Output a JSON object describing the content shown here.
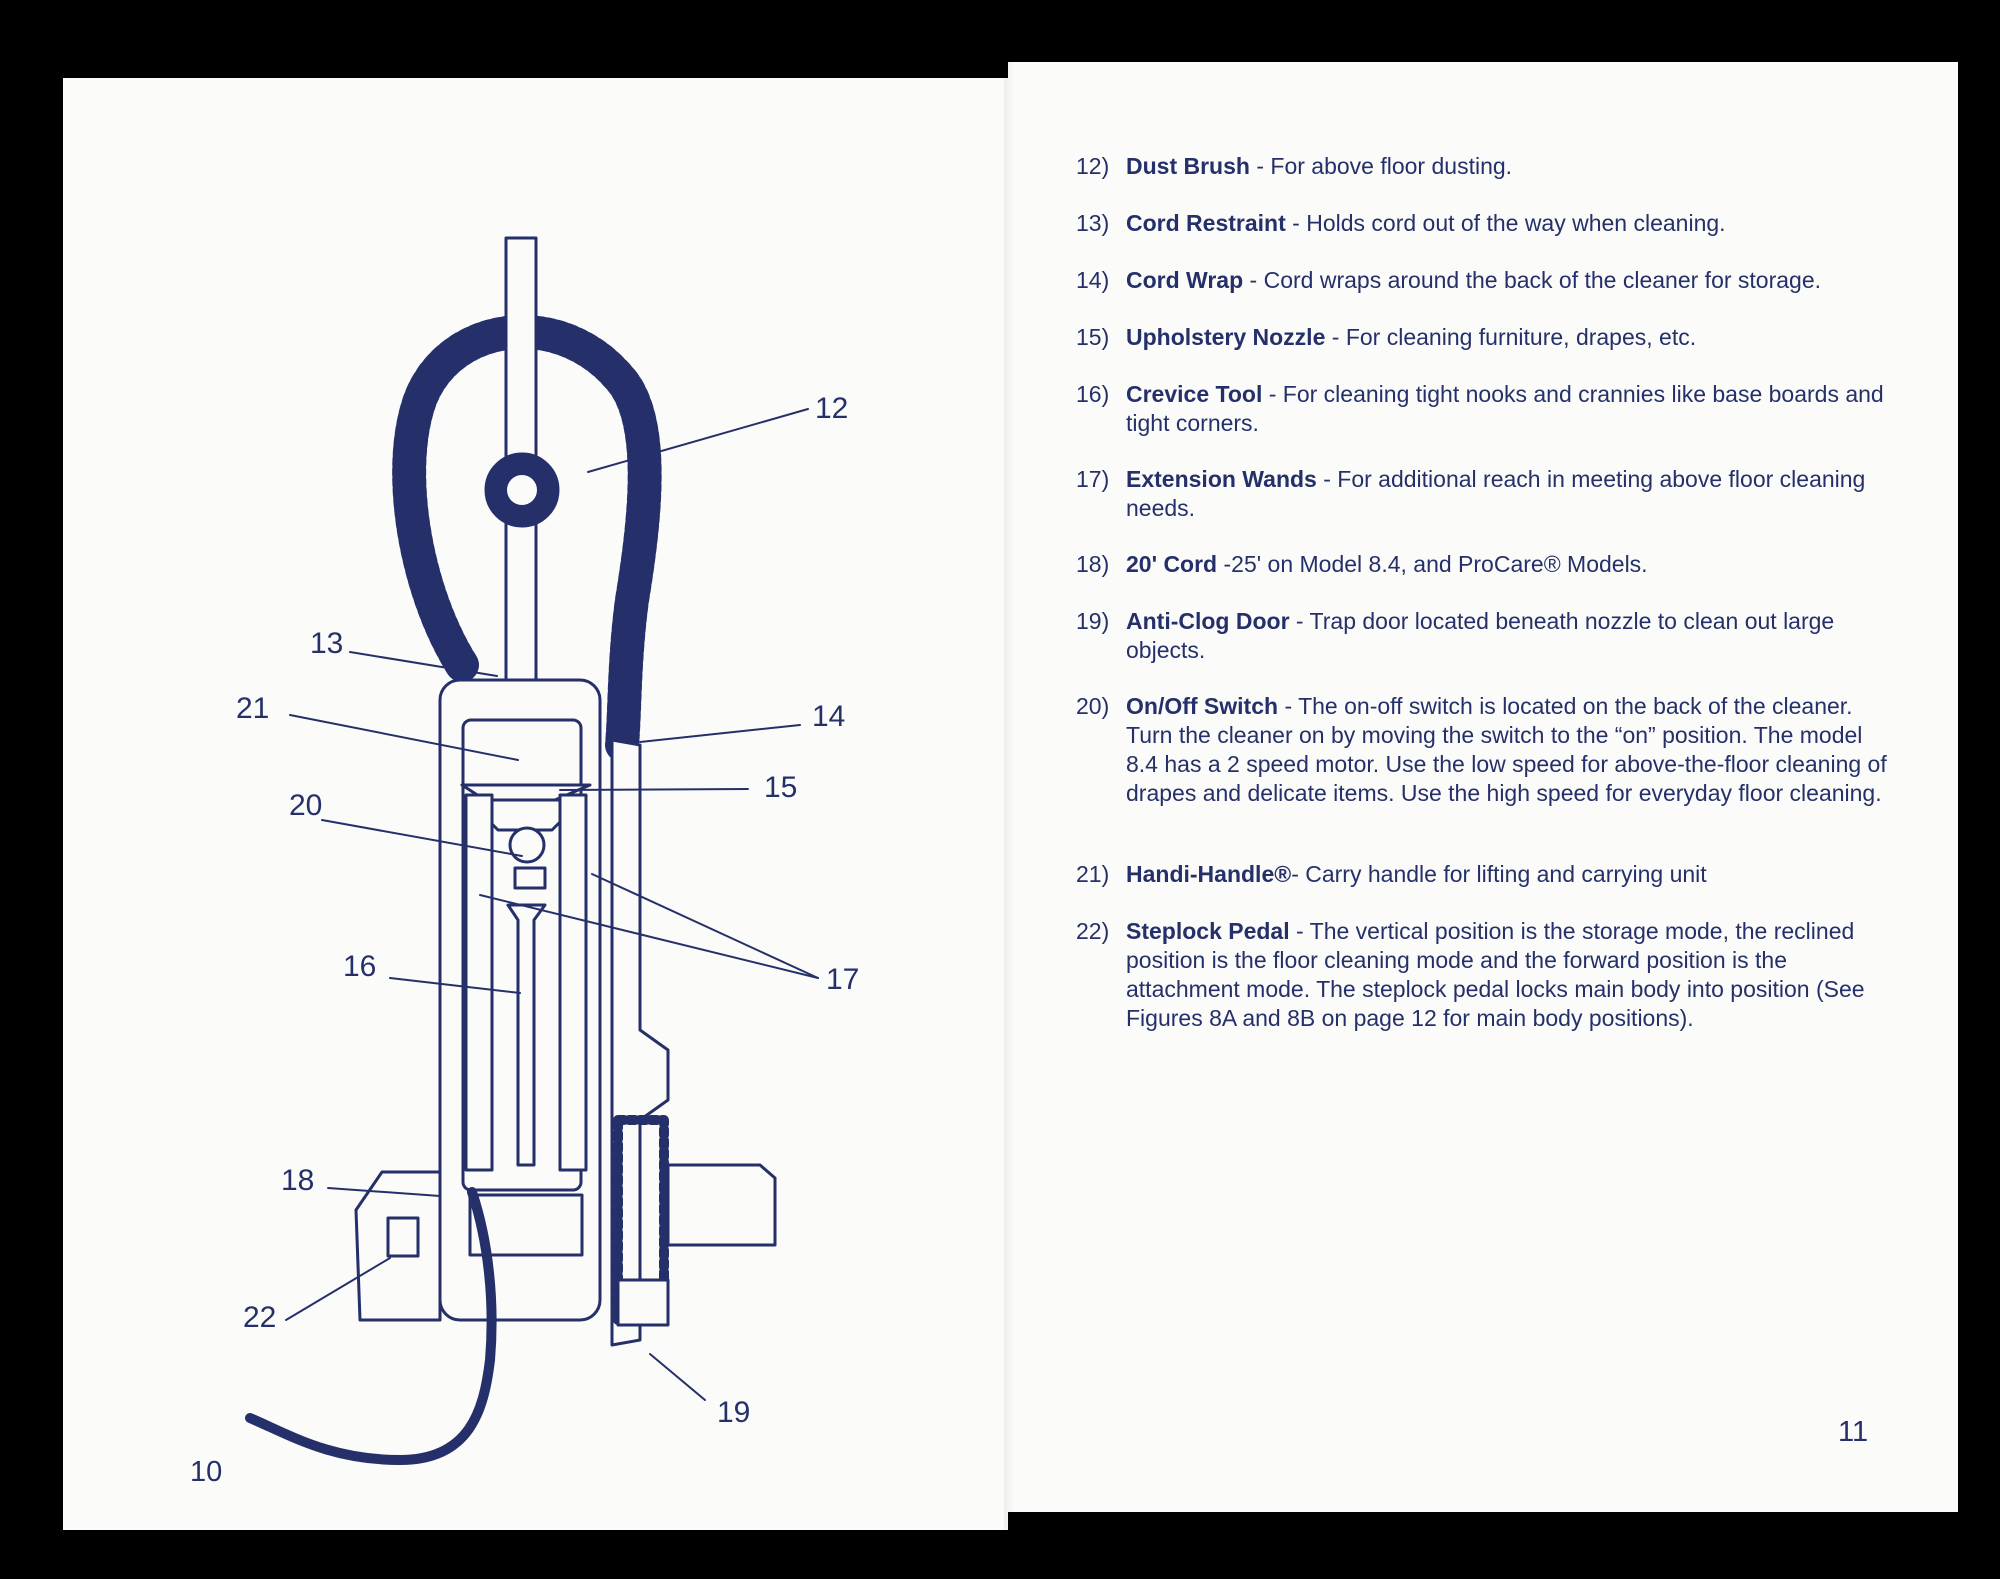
{
  "left_page": {
    "page_number": "10",
    "callouts": [
      "12",
      "13",
      "14",
      "15",
      "16",
      "17",
      "18",
      "19",
      "20",
      "21",
      "22"
    ]
  },
  "right_page": {
    "page_number": "11",
    "items": [
      {
        "num": "12)",
        "name": "Dust Brush",
        "sep": " - ",
        "desc": "For above floor dusting."
      },
      {
        "num": "13)",
        "name": "Cord Restraint",
        "sep": " - ",
        "desc": " Holds cord out of the way when cleaning."
      },
      {
        "num": "14)",
        "name": "Cord Wrap",
        "sep": " - ",
        "desc": "Cord wraps around the back of the cleaner for storage."
      },
      {
        "num": "15)",
        "name": "Upholstery Nozzle",
        "sep": " - ",
        "desc": "For cleaning furniture, drapes, etc."
      },
      {
        "num": "16)",
        "name": "Crevice Tool",
        "sep": " - ",
        "desc": "For cleaning tight nooks and crannies like base boards and tight corners."
      },
      {
        "num": "17)",
        "name": "Extension Wands",
        "sep": " - ",
        "desc": "For additional reach in meeting above floor cleaning needs."
      },
      {
        "num": "18)",
        "name": "20' Cord",
        "sep": " -",
        "desc": "25' on Model 8.4, and ProCare® Models."
      },
      {
        "num": "19)",
        "name": "Anti-Clog Door",
        "sep": " - ",
        "desc": "Trap door located beneath nozzle to clean out large objects."
      },
      {
        "num": "20)",
        "name": "On/Off Switch",
        "sep": " - ",
        "desc": "The on-off switch is located on the back of the cleaner. Turn the cleaner on by moving the switch to the “on” position. The model 8.4 has a 2 speed motor. Use the low speed for above-the-floor cleaning of drapes and delicate items. Use the high speed for everyday floor cleaning."
      },
      {
        "num": "21)",
        "name": "Handi-Handle®",
        "sep": "- ",
        "desc": "Carry handle for lifting and carrying unit"
      },
      {
        "num": "22)",
        "name": "Steplock Pedal",
        "sep": " - ",
        "desc": "The vertical position is the storage mode, the reclined position is the floor cleaning mode and the forward position is the attachment mode. The steplock pedal locks main body into position (See Figures 8A and 8B on page 12 for main body positions)."
      }
    ]
  },
  "colors": {
    "ink": "#25306a",
    "paper": "#fbfbf9",
    "background": "#000000"
  }
}
